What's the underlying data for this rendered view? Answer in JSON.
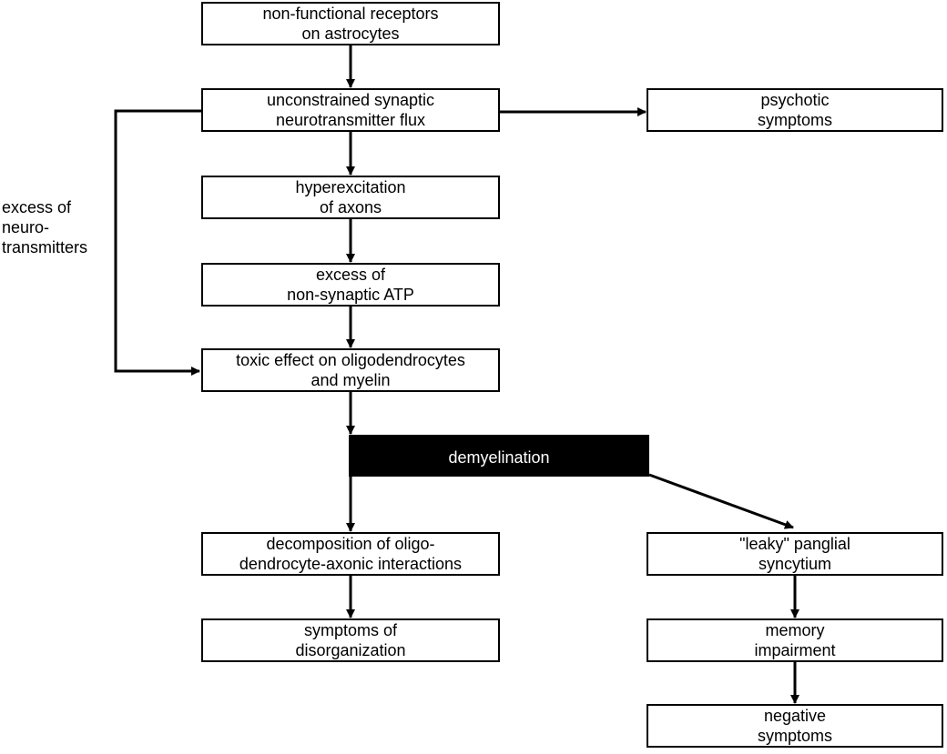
{
  "nodes": {
    "receptors": "non-functional receptors\non astrocytes",
    "flux": "unconstrained synaptic\nneurotransmitter flux",
    "psychotic": "psychotic\nsymptoms",
    "hyperexcitation": "hyperexcitation\nof axons",
    "atp": "excess of\nnon-synaptic ATP",
    "toxic": "toxic effect on oligodendrocytes\nand myelin",
    "demyelination": "demyelination",
    "decomposition": "decomposition of oligo-\ndendrocyte-axonic interactions",
    "leaky": "\"leaky\" panglial\nsyncytium",
    "disorganization": "symptoms of\ndisorganization",
    "memory": "memory\nimpairment",
    "negative": "negative\nsymptoms"
  },
  "side_label": "excess of\nneuro-\ntransmitters",
  "edges": [
    [
      "receptors",
      "flux"
    ],
    [
      "flux",
      "psychotic"
    ],
    [
      "flux",
      "hyperexcitation"
    ],
    [
      "hyperexcitation",
      "atp"
    ],
    [
      "atp",
      "toxic"
    ],
    [
      "flux",
      "toxic"
    ],
    [
      "toxic",
      "demyelination"
    ],
    [
      "demyelination",
      "decomposition"
    ],
    [
      "demyelination",
      "leaky"
    ],
    [
      "decomposition",
      "disorganization"
    ],
    [
      "leaky",
      "memory"
    ],
    [
      "memory",
      "negative"
    ]
  ],
  "colors": {
    "line": "#000000",
    "dark_fill": "#000000",
    "dark_text": "#ffffff"
  }
}
